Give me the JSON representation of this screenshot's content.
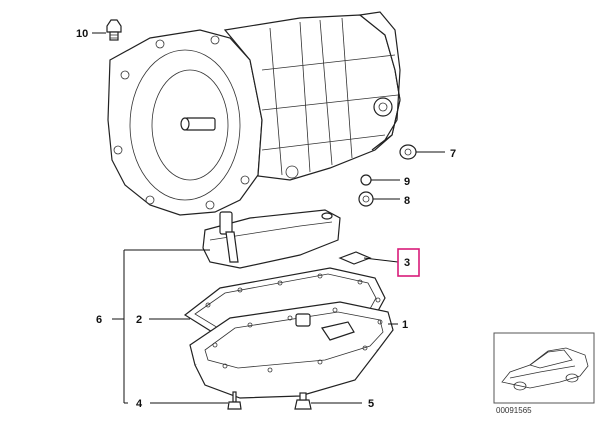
{
  "diagram": {
    "callouts": {
      "c1": "1",
      "c2": "2",
      "c3": "3",
      "c4": "4",
      "c5": "5",
      "c6": "6",
      "c7": "7",
      "c8": "8",
      "c9": "9",
      "c10": "10"
    },
    "highlighted_callout": "3",
    "highlight_color": "#d81b7a",
    "thumbnail": {
      "code": "00091565",
      "icon": "car-thumbnail-icon"
    }
  }
}
